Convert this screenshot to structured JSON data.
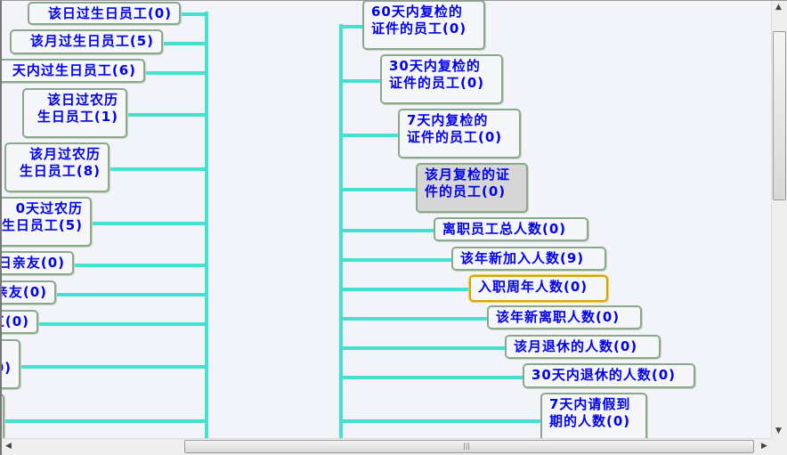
{
  "left_nodes": [
    {
      "label": "该日过生日员工(0)"
    },
    {
      "label": "该月过生日员工(5)"
    },
    {
      "label": "天内过生日员工(6)"
    },
    {
      "label": "该日过农历\n生日员工(1)"
    },
    {
      "label": "该月过农历\n生日员工(8)"
    },
    {
      "label": "0天过农历\n生日员工(5)"
    },
    {
      "label": "日亲友(0)"
    },
    {
      "label": "亲友(0)"
    },
    {
      "label": "工(0)"
    },
    {
      "label": "\n0)"
    },
    {
      "label": ""
    }
  ],
  "right_nodes": [
    {
      "label": "60天内复检的\n证件的员工(0)"
    },
    {
      "label": "30天内复检的\n证件的员工(0)"
    },
    {
      "label": "7天内复检的\n证件的员工(0)"
    },
    {
      "label": "该月复检的证\n件的员工(0)"
    },
    {
      "label": "离职员工总人数(0)"
    },
    {
      "label": "该年新加入人数(9)"
    },
    {
      "label": "入职周年人数(0)"
    },
    {
      "label": "该年新离职人数(0)"
    },
    {
      "label": "该月退休的人数(0)"
    },
    {
      "label": "30天内退休的人数(0)"
    },
    {
      "label": "7天内请假到\n期的人数(0)"
    }
  ],
  "colors": {
    "connector": "#44e0d0",
    "text": "#0000ee",
    "border": "#8aa98a",
    "selected_bg": "#d6d6d6",
    "focus_border": "#d9a400"
  },
  "scrollbars": {
    "horizontal_position": 0.3,
    "vertical_position": 0.05
  }
}
